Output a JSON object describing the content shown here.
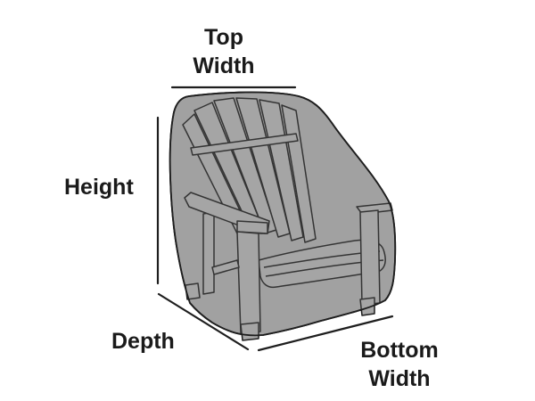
{
  "labels": {
    "top_width": [
      "Top",
      "Width"
    ],
    "height": "Height",
    "depth": "Depth",
    "bottom_width": [
      "Bottom",
      "Width"
    ]
  },
  "colors": {
    "cover_fill": "#a3a3a3",
    "chair_fill": "#a8a8a8",
    "outline": "#1e1e1e",
    "text": "#1a1a1a"
  }
}
